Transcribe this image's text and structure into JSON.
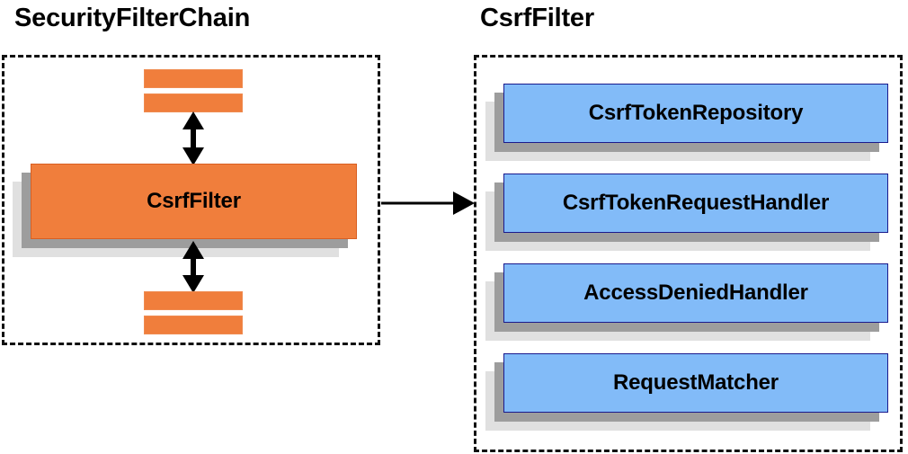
{
  "diagram": {
    "type": "component-diagram",
    "background_color": "#ffffff",
    "colors": {
      "orange_fill": "#f07e3c",
      "orange_border": "#ef8b50",
      "blue_fill": "#82bbf8",
      "blue_border": "#1a1a8c",
      "shadow_near": "#9d9d9d",
      "shadow_far": "#e0e0e0",
      "outline_dashed": "#111111",
      "text": "#000000"
    }
  },
  "left_panel": {
    "title": "SecurityFilterChain",
    "highlighted_filter": "CsrfFilter",
    "collapsed_filters_above": [
      "",
      ""
    ],
    "collapsed_filters_below": [
      "",
      ""
    ],
    "arrows": [
      {
        "name": "filter-chain-arrow-above",
        "direction": "bidirectional",
        "orientation": "vertical"
      },
      {
        "name": "filter-chain-arrow-below",
        "direction": "bidirectional",
        "orientation": "vertical"
      }
    ]
  },
  "connector": {
    "name": "csrf-filter-expansion-arrow",
    "direction": "right",
    "from": "CsrfFilter",
    "to": "CsrfFilter"
  },
  "right_panel": {
    "title": "CsrfFilter",
    "components": [
      {
        "label": "CsrfTokenRepository"
      },
      {
        "label": "CsrfTokenRequestHandler"
      },
      {
        "label": "AccessDeniedHandler"
      },
      {
        "label": "RequestMatcher"
      }
    ]
  }
}
